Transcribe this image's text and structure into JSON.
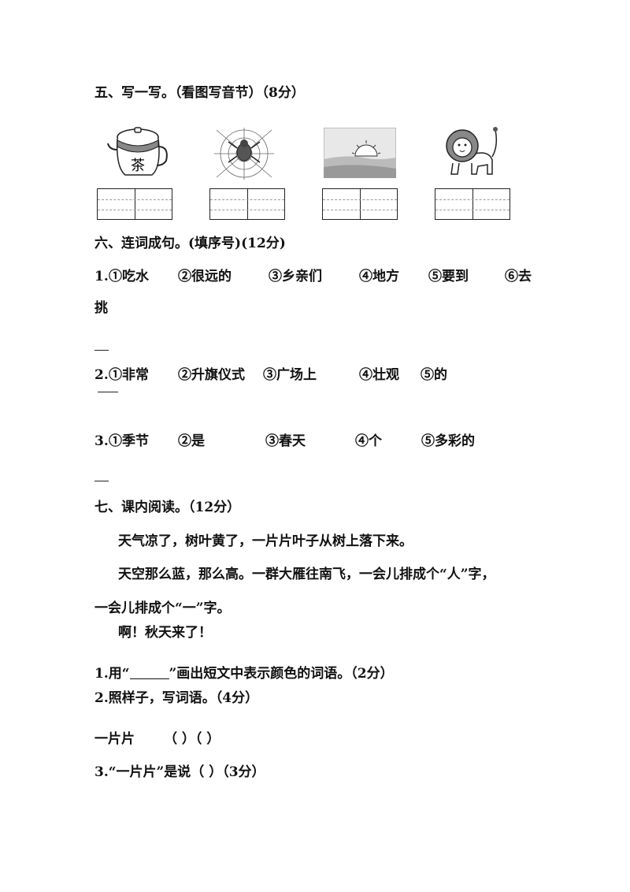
{
  "section5": {
    "title": "五、写一写。（看图写音节）（8分）"
  },
  "pictures": [
    {
      "name": "teapot",
      "char": "茶"
    },
    {
      "name": "spider"
    },
    {
      "name": "sunset"
    },
    {
      "name": "lion"
    }
  ],
  "section6": {
    "title": "六、连词成句。(填序号)(12分)",
    "q1": {
      "num": "1.",
      "opts": [
        "①吃水",
        "②很远的",
        "③乡亲们",
        "④地方",
        "⑤要到",
        "⑥去"
      ],
      "cont": "挑"
    },
    "q2": {
      "num": "2.",
      "opts": [
        "①非常",
        "②升旗仪式",
        "③广场上",
        "④壮观",
        "⑤的"
      ]
    },
    "q3": {
      "num": "3.",
      "opts": [
        "①季节",
        "②是",
        "③春天",
        "④个",
        "⑤多彩的"
      ]
    }
  },
  "section7": {
    "title": "七、课内阅读。（12分）",
    "para1": "天气凉了，树叶黄了，一片片叶子从树上落下来。",
    "para2a": "天空那么蓝，那么高。一群大雁往南飞，一会儿排成个“人”字，",
    "para2b": "一会儿排成个“一”字。",
    "para3": "啊！秋天来了！",
    "q1a": "1.用“",
    "q1b": "”画出短文中表示颜色的词语。（2分）",
    "q2": "2.照样子，写词语。（4分）",
    "q2_example": "一片片",
    "q2_blank1": "（                    ）（                  ）",
    "q3": "3.“一片片”是说（          ）（3分）"
  }
}
